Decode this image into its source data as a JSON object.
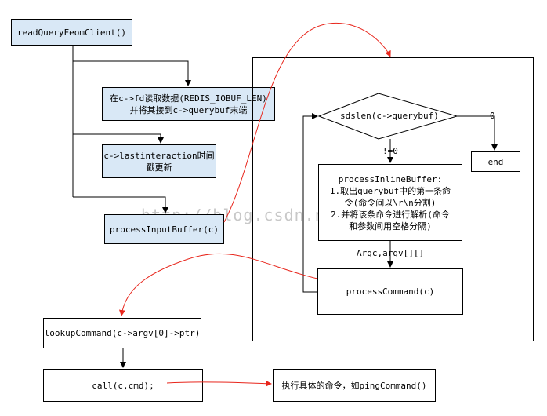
{
  "nodes": {
    "read_query": "readQueryFeomClient()",
    "read_fd_line1": "在c->fd读取数据(REDIS_IOBUF_LEN)",
    "read_fd_line2": "并将其接到c->querybuf末端",
    "lastinteraction_line1": "c->lastinteraction时间",
    "lastinteraction_line2": "戳更新",
    "process_input": "processInputBuffer(c)",
    "decision": "sdslen(c->querybuf)",
    "end": "end",
    "inline_line1": "processInlineBuffer:",
    "inline_line2": "1.取出querybuf中的第一条命",
    "inline_line3": "令(命令间以\\r\\n分割)",
    "inline_line4": "2.并将该条命令进行解析(命令",
    "inline_line5": "和参数间用空格分隔)",
    "process_command": "processCommand(c)",
    "lookup": "lookupCommand(c->argv[0]->ptr)",
    "call": "call(c,cmd);",
    "exec": "执行具体的命令，如pingCommand()"
  },
  "edge_labels": {
    "zero": "0",
    "not_zero": "!=0",
    "args": "Argc,argv[][]"
  },
  "watermark": "http://blog.csdn.net/",
  "colors": {
    "box_fill": "#d9e8f6",
    "red_arrow": "#e8261c",
    "line": "#000000"
  }
}
